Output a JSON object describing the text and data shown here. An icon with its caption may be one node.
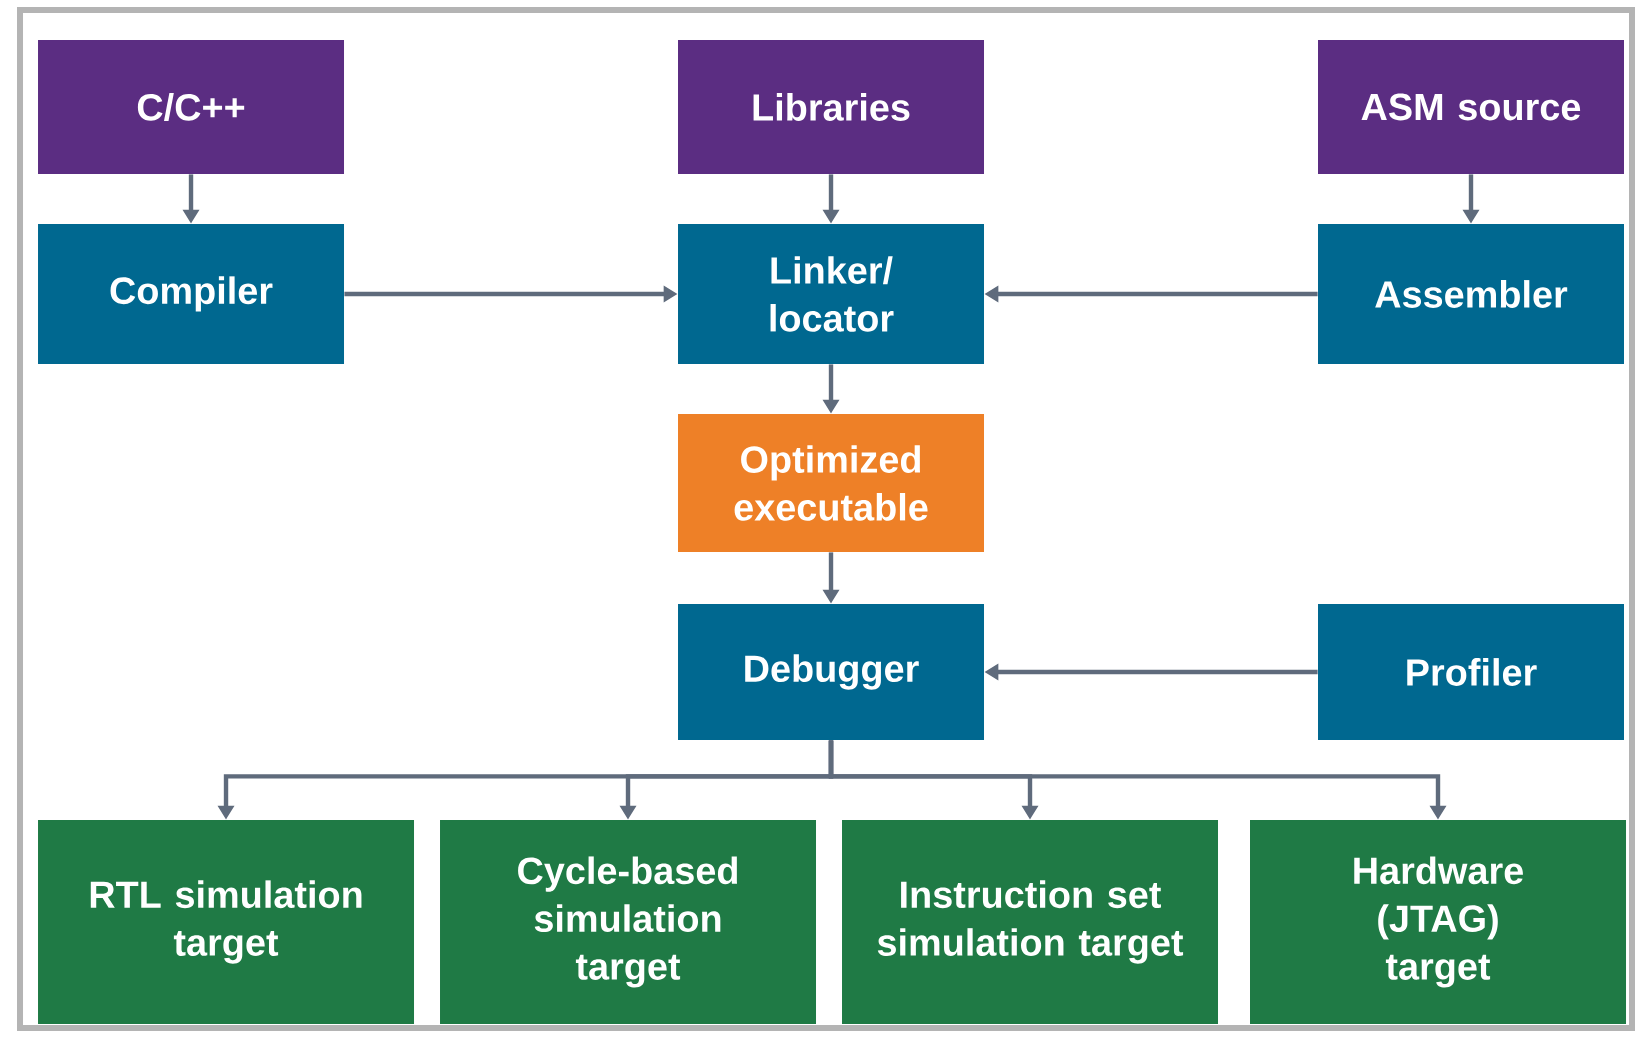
{
  "diagram": {
    "nodes": [
      {
        "text": [
          "C/C++"
        ]
      },
      {
        "text": [
          "Libraries"
        ]
      },
      {
        "text": [
          "ASM source"
        ]
      },
      {
        "text": [
          "Compiler"
        ]
      },
      {
        "text": [
          "Linker/ locator"
        ]
      },
      {
        "text": [
          "Assembler"
        ]
      },
      {
        "text": [
          "Optimized executable"
        ]
      },
      {
        "text": [
          "Debugger"
        ]
      },
      {
        "text": [
          "Profiler"
        ]
      },
      {
        "text": [
          "RTL simulation target"
        ]
      },
      {
        "text": [
          "Cycle-based simulation target"
        ]
      },
      {
        "text": [
          "Instruction set simulation target"
        ]
      },
      {
        "text": [
          "Hardware (JTAG) target"
        ]
      }
    ],
    "edges": [
      {
        "from": 0,
        "to": 3,
        "arrow": "to"
      },
      {
        "from": 1,
        "to": 4,
        "arrow": "to"
      },
      {
        "from": 2,
        "to": 5,
        "arrow": "to"
      },
      {
        "from": 3,
        "to": 4,
        "arrow": "to"
      },
      {
        "from": 5,
        "to": 4,
        "arrow": "to"
      },
      {
        "from": 4,
        "to": 6,
        "arrow": "to"
      },
      {
        "from": 6,
        "to": 7,
        "arrow": "to"
      },
      {
        "from": 8,
        "to": 7,
        "arrow": "to"
      },
      {
        "from": 7,
        "to": 9,
        "arrow": "to"
      },
      {
        "from": 7,
        "to": 10,
        "arrow": "to"
      },
      {
        "from": 7,
        "to": 11,
        "arrow": "to"
      },
      {
        "from": 7,
        "to": 12,
        "arrow": "to"
      }
    ]
  }
}
